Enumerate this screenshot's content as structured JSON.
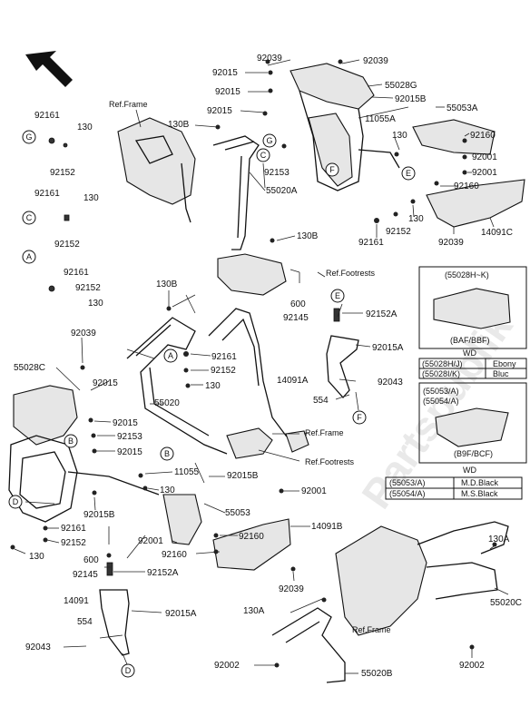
{
  "watermark": "Partspublik",
  "labels": {
    "l92039_top_a": "92039",
    "l92039_top_b": "92039",
    "l55028G": "55028G",
    "l92015B_top": "92015B",
    "l92015_a": "92015",
    "l92015_b": "92015",
    "l92015_c": "92015",
    "l11055A": "11055A",
    "l55053A": "55053A",
    "l130_r1": "130",
    "l92160_r1": "92160",
    "l92001_r1": "92001",
    "l92001_r2": "92001",
    "l92160_r2": "92160",
    "l130_r2": "130",
    "l14091C": "14091C",
    "l92039_r": "92039",
    "l92161_mid": "92161",
    "l92152_mid": "92152",
    "l130B_a": "130B",
    "l92153_a": "92153",
    "l55020A": "55020A",
    "l130B_b": "130B",
    "l92161_g": "92161",
    "l130_g": "130",
    "l92152_g": "92152",
    "l92161_c": "92161",
    "l130_c": "130",
    "l92152_c": "92152",
    "l92161_a": "92161",
    "l92152_a": "92152",
    "l130_a": "130",
    "l130B_c": "130B",
    "l600_a": "600",
    "l92145_a": "92145",
    "l92152A_a": "92152A",
    "l92015A_a": "92015A",
    "l14091A": "14091A",
    "l92043_a": "92043",
    "l554_a": "554",
    "l92039_mid": "92039",
    "l55028C": "55028C",
    "l92015_d": "92015",
    "l92015_e": "92015",
    "l92153_b": "92153",
    "l92015_f": "92015",
    "l55020": "55020",
    "l92161_b": "92161",
    "l92152_b": "92152",
    "l130_b": "130",
    "l11055": "11055",
    "l130_d": "130",
    "l92015B_b": "92015B",
    "l92015B_c": "92015B",
    "l55053": "55053",
    "l92001_b": "92001",
    "l92160_b": "92160",
    "l92001_c": "92001",
    "l92160_c": "92160",
    "l14091B": "14091B",
    "l92161_e": "92161",
    "l92152_e": "92152",
    "l130_e": "130",
    "l600_b": "600",
    "l92145_b": "92145",
    "l92152A_b": "92152A",
    "l14091": "14091",
    "l92015A_b": "92015A",
    "l554_b": "554",
    "l92043_b": "92043",
    "l92039_bot": "92039",
    "l130A_a": "130A",
    "l130A_b": "130A",
    "l55020C": "55020C",
    "l55020B": "55020B",
    "l92002_a": "92002",
    "l92002_b": "92002"
  },
  "refs": {
    "frame_top": "Ref.Frame",
    "footrests_a": "Ref.Footrests",
    "frame_mid": "Ref.Frame",
    "footrests_b": "Ref.Footrests",
    "frame_bot": "Ref.Frame"
  },
  "callouts": {
    "G1": "G",
    "G2": "G",
    "C1": "C",
    "C2": "C",
    "A1": "A",
    "A2": "A",
    "F1": "F",
    "F2": "F",
    "E1": "E",
    "E2": "E",
    "B1": "B",
    "B2": "B",
    "D1": "D",
    "D2": "D"
  },
  "boxes": {
    "box1_header": "(55028H~K)",
    "box1_code": "(BAF/BBF)",
    "box1_wd": "WD",
    "box2_r1_code": "(55028H/J)",
    "box2_r1_color": "Ebony",
    "box2_r2_code": "(55028I/K)",
    "box2_r2_color": "Bluc",
    "box3_header": "(55053/A)",
    "box3_header2": "(55054/A)",
    "box3_code": "(B9F/BCF)",
    "box3_wd": "WD",
    "box4_r1_code": "(55053/A)",
    "box4_r1_color": "M.D.Black",
    "box4_r2_code": "(55054/A)",
    "box4_r2_color": "M.S.Black"
  },
  "icons": {
    "direction_arrow": "arrow-up-left-icon"
  }
}
